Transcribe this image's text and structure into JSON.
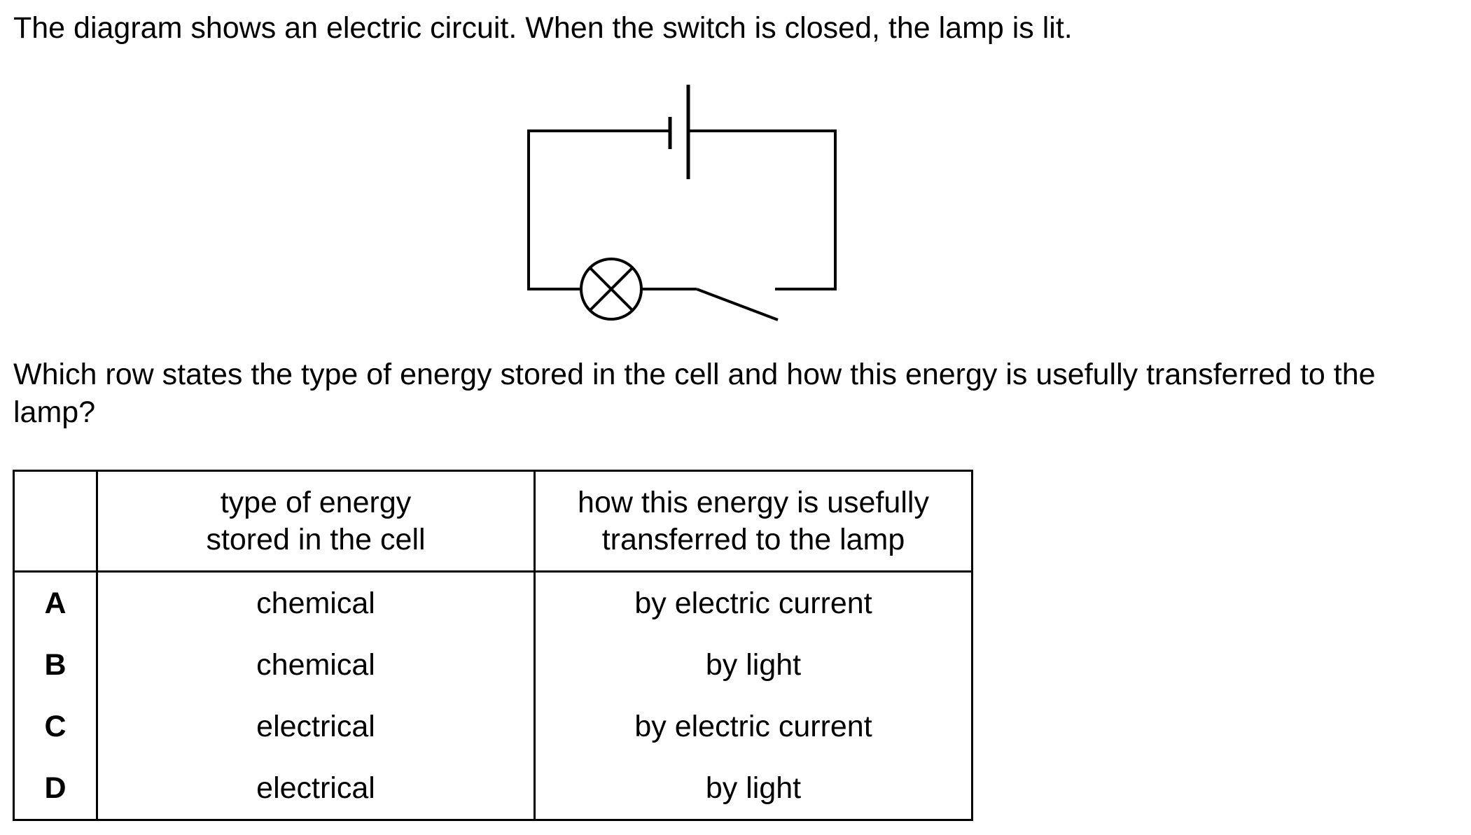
{
  "intro": "The diagram shows an electric circuit. When the switch is closed, the lamp is lit.",
  "question": "Which row states the type of energy stored in the cell and how this energy is usefully transferred to the lamp?",
  "table": {
    "headers": {
      "letter": "",
      "col1_line1": "type of energy",
      "col1_line2": "stored in the cell",
      "col2_line1": "how this energy is usefully",
      "col2_line2": "transferred to the lamp"
    },
    "rows": [
      {
        "letter": "A",
        "energy": "chemical",
        "transfer": "by electric current"
      },
      {
        "letter": "B",
        "energy": "chemical",
        "transfer": "by light"
      },
      {
        "letter": "C",
        "energy": "electrical",
        "transfer": "by electric current"
      },
      {
        "letter": "D",
        "energy": "electrical",
        "transfer": "by light"
      }
    ]
  },
  "diagram": {
    "components": [
      "cell-icon",
      "lamp-icon",
      "switch-icon"
    ],
    "line_color": "#000000"
  }
}
